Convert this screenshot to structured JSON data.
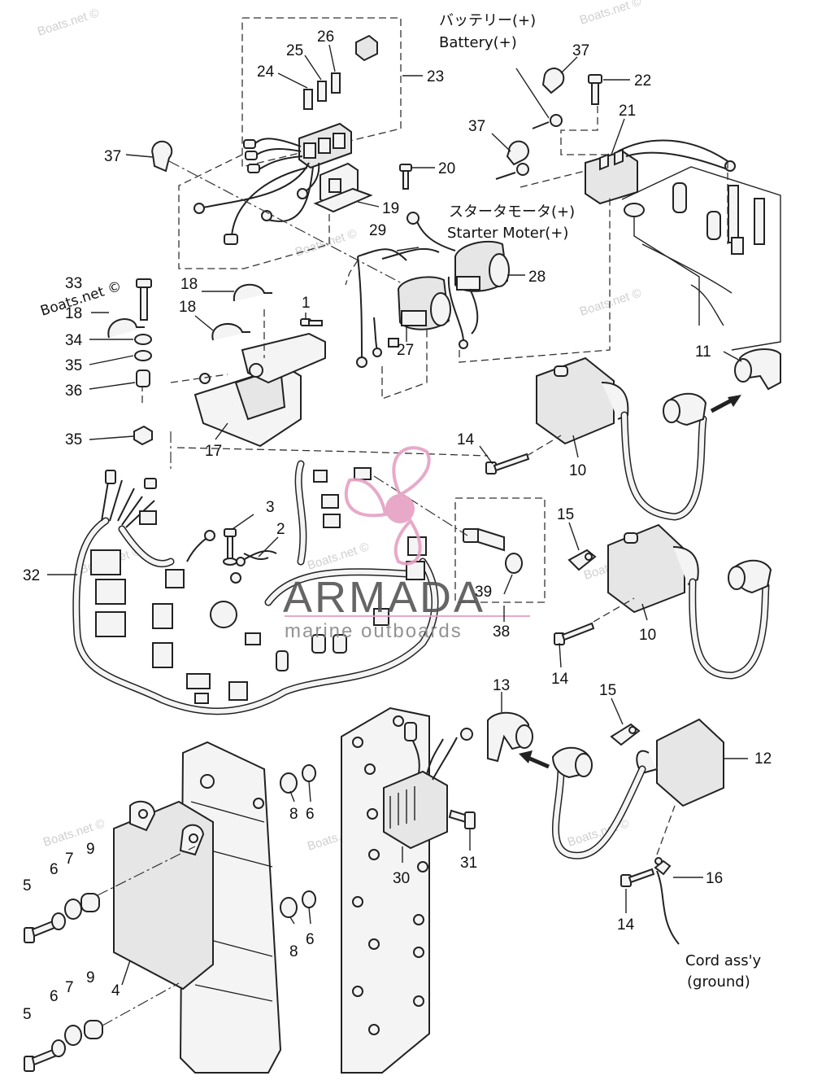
{
  "watermarks": {
    "text": "Boats.net ©"
  },
  "labels": {
    "battery_jp": "バッテリー(+)",
    "battery_en": "Battery(+)",
    "starter_jp": "スタータモータ(+)",
    "starter_en": "Starter Moter(+)",
    "cord_line1": "Cord ass'y",
    "cord_line2": "(ground)"
  },
  "logo": {
    "name": "ARMADA",
    "tagline": "marine outboards",
    "color": "#e6a0c4"
  },
  "callouts": {
    "n1": "1",
    "n2": "2",
    "n3": "3",
    "n4": "4",
    "n5a": "5",
    "n5b": "5",
    "n6a": "6",
    "n6b": "6",
    "n6c": "6",
    "n6d": "6",
    "n7a": "7",
    "n7b": "7",
    "n8a": "8",
    "n8b": "8",
    "n9a": "9",
    "n9b": "9",
    "n10a": "10",
    "n10b": "10",
    "n11": "11",
    "n12": "12",
    "n13": "13",
    "n14a": "14",
    "n14b": "14",
    "n14c": "14",
    "n15a": "15",
    "n15b": "15",
    "n16": "16",
    "n17": "17",
    "n18a": "18",
    "n18b": "18",
    "n18c": "18",
    "n19": "19",
    "n20": "20",
    "n21": "21",
    "n22": "22",
    "n23": "23",
    "n24": "24",
    "n25": "25",
    "n26": "26",
    "n27": "27",
    "n28": "28",
    "n29": "29",
    "n30": "30",
    "n31": "31",
    "n32": "32",
    "n33": "33",
    "n34": "34",
    "n35a": "35",
    "n35b": "35",
    "n36": "36",
    "n37a": "37",
    "n37b": "37",
    "n37c": "37",
    "n38": "38",
    "n39": "39"
  }
}
